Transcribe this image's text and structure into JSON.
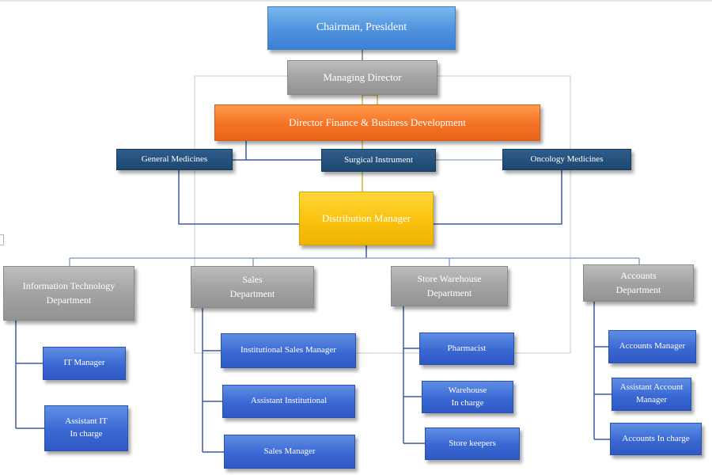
{
  "chart": {
    "chairman": "Chairman, President",
    "managing_director": "Managing Director",
    "director_finance": "Director Finance & Business Development",
    "divisions": {
      "general": "General Medicines",
      "surgical": "Surgical Instrument",
      "oncology": "Oncology Medicines"
    },
    "distribution_manager": "Distribution Manager",
    "departments": {
      "it": "Information Technology\nDepartment",
      "sales": "Sales\nDepartment",
      "store": "Store Warehouse\nDepartment",
      "accounts": "Accounts\nDepartment"
    },
    "it_roles": [
      "IT Manager",
      "Assistant IT\nIn charge"
    ],
    "sales_roles": [
      "Institutional Sales Manager",
      "Assistant Institutional",
      "Sales Manager"
    ],
    "store_roles": [
      "Pharmacist",
      "Warehouse\nIn charge",
      "Store keepers"
    ],
    "accounts_roles": [
      "Accounts Manager",
      "Assistant Account\nManager",
      "Accounts In charge"
    ]
  },
  "colors": {
    "top": "#4f92dd",
    "gray": "#a3a3a3",
    "orange": "#f57224",
    "navy": "#1d476f",
    "gold": "#f8c10d",
    "blue": "#3a68d3",
    "connector": "#3a5f9e"
  }
}
